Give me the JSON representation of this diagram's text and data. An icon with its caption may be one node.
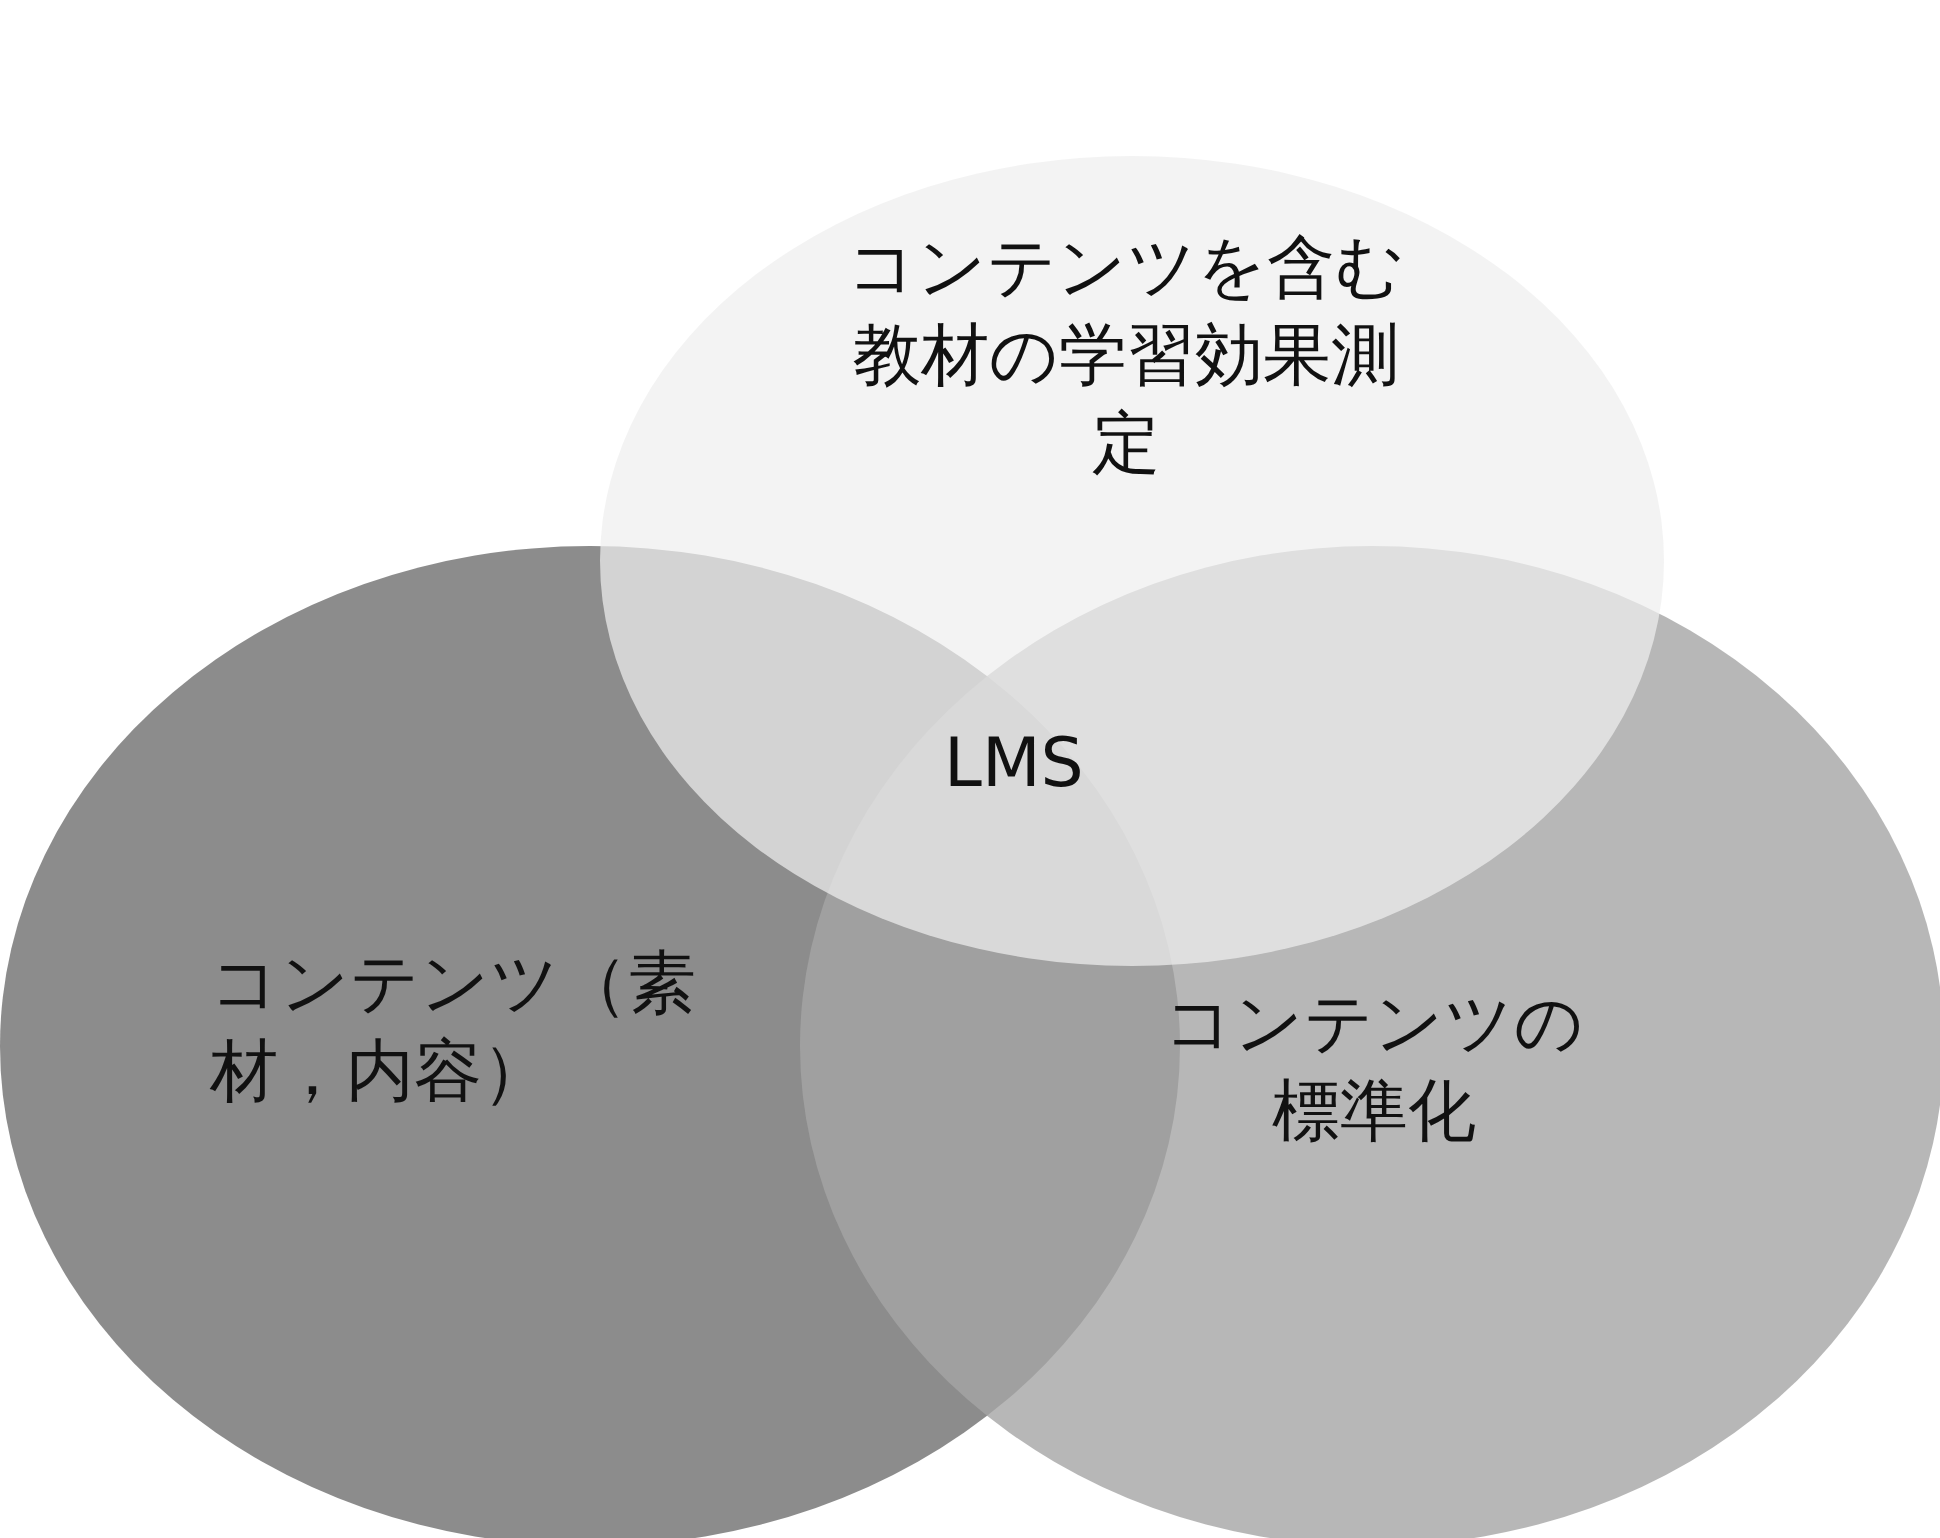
{
  "diagram": {
    "nodes": [
      {
        "text": [
          "コンテンツを含む教材の学習効果測定"
        ]
      },
      {
        "text": [
          "コンテンツ（素材，内容）"
        ]
      },
      {
        "text": [
          "コンテンツの標準化"
        ]
      }
    ],
    "labels": [
      "LMS"
    ]
  }
}
